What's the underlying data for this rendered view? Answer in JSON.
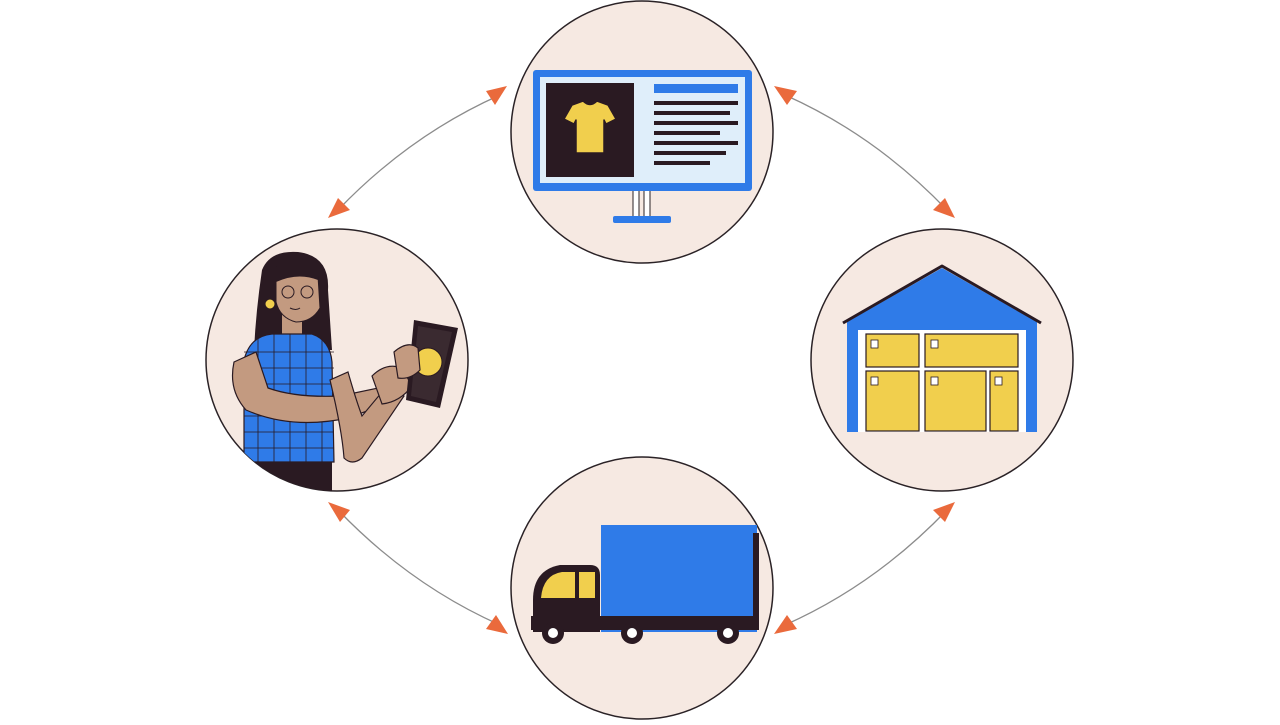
{
  "diagram": {
    "type": "cycle",
    "nodes": [
      {
        "id": "online-store",
        "icon": "computer-monitor-shirt-product-icon"
      },
      {
        "id": "warehouse",
        "icon": "warehouse-boxes-icon"
      },
      {
        "id": "delivery",
        "icon": "delivery-truck-icon"
      },
      {
        "id": "customer",
        "icon": "woman-using-smartphone-icon"
      }
    ],
    "edges": [
      {
        "from": "online-store",
        "to": "warehouse",
        "bidirectional": true
      },
      {
        "from": "warehouse",
        "to": "delivery",
        "bidirectional": true
      },
      {
        "from": "delivery",
        "to": "customer",
        "bidirectional": true
      },
      {
        "from": "customer",
        "to": "online-store",
        "bidirectional": true
      }
    ]
  },
  "colors": {
    "node_fill": "#f6e9e2",
    "node_stroke": "#2a2226",
    "arrow_line": "#8c8c8c",
    "arrow_head": "#ea6a3c",
    "accent_blue": "#2f7be8",
    "accent_yellow": "#f1cf4d",
    "dark": "#2a1a22",
    "skin": "#c39a80"
  }
}
